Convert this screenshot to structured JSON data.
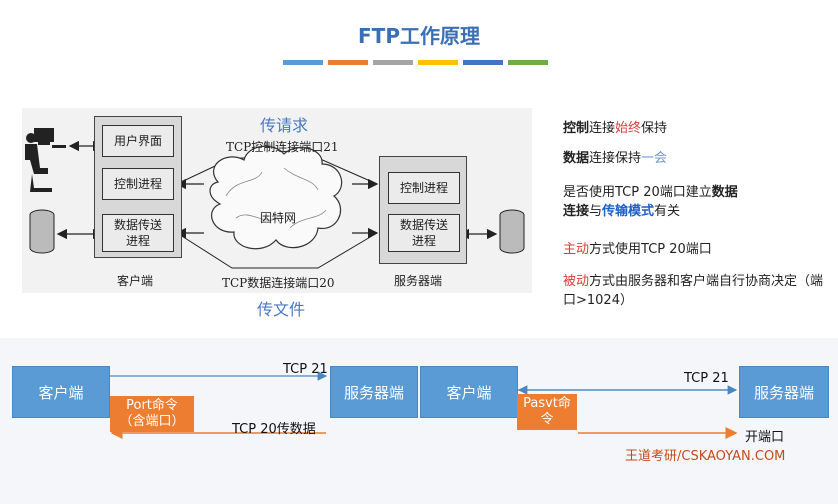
{
  "title": "FTP工作原理",
  "stripe_colors": [
    "#5b9bd5",
    "#ed7d31",
    "#a5a5a5",
    "#ffc000",
    "#4472c4",
    "#70ad47"
  ],
  "diagram": {
    "top_label": "传请求",
    "bottom_label": "传文件",
    "control_port": "TCP控制连接端口21",
    "data_port": "TCP数据连接端口20",
    "cloud": "因特网",
    "client": {
      "ui": "用户界面",
      "control": "控制进程",
      "data_line1": "数据传送",
      "data_line2": "进程",
      "name": "客户端"
    },
    "server": {
      "control": "控制进程",
      "data_line1": "数据传送",
      "data_line2": "进程",
      "name": "服务器端"
    }
  },
  "notes": {
    "n1": {
      "a": "控制",
      "b": "连接",
      "c": "始终",
      "d": "保持"
    },
    "n2": {
      "a": "数据",
      "b": "连接保持",
      "c": "一会"
    },
    "n3": {
      "a": "是否使用TCP 20端口建立",
      "b": "数据",
      "c": "连接",
      "d": "与",
      "e": "传输模式",
      "f": "有关"
    },
    "n4": {
      "a": "主动",
      "b": "方式使用TCP 20端口"
    },
    "n5": {
      "a": "被动",
      "b": "方式由服务器和客户端自行协商决定（端口>1024）"
    }
  },
  "active": {
    "client": "客户端",
    "server": "服务器端",
    "tcp21": "TCP 21",
    "tcp20": "TCP 20传数据",
    "cmd_line1": "Port命令",
    "cmd_line2": "（含端口）"
  },
  "passive": {
    "client": "客户端",
    "server": "服务器端",
    "tcp21": "TCP 21",
    "open_port": "开端口",
    "cmd": "Pasvt命令"
  },
  "brand": "王道考研/CSKAOYAN.COM"
}
